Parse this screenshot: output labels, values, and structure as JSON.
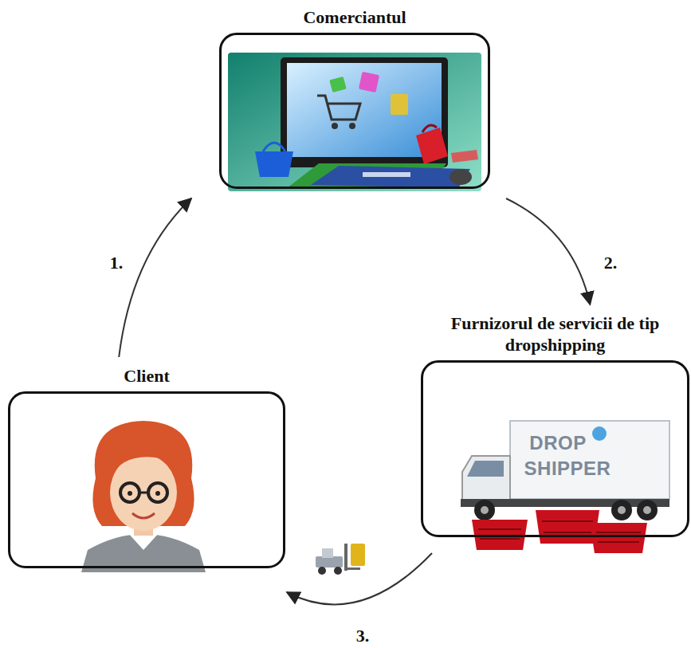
{
  "diagram": {
    "nodes": [
      {
        "text": [
          "Comerciantul"
        ]
      },
      {
        "text": [
          "Furnizorul de servicii de tip dropshipping"
        ]
      },
      {
        "text": [
          "Client"
        ]
      }
    ],
    "edges": [
      {
        "from": 2,
        "to": 0,
        "arrow": "to",
        "label": "1."
      },
      {
        "from": 0,
        "to": 1,
        "arrow": "to",
        "label": "2."
      },
      {
        "from": 1,
        "to": 2,
        "arrow": "to",
        "label": "3."
      }
    ],
    "labels": [
      "DROP",
      "SHIPPER"
    ]
  }
}
